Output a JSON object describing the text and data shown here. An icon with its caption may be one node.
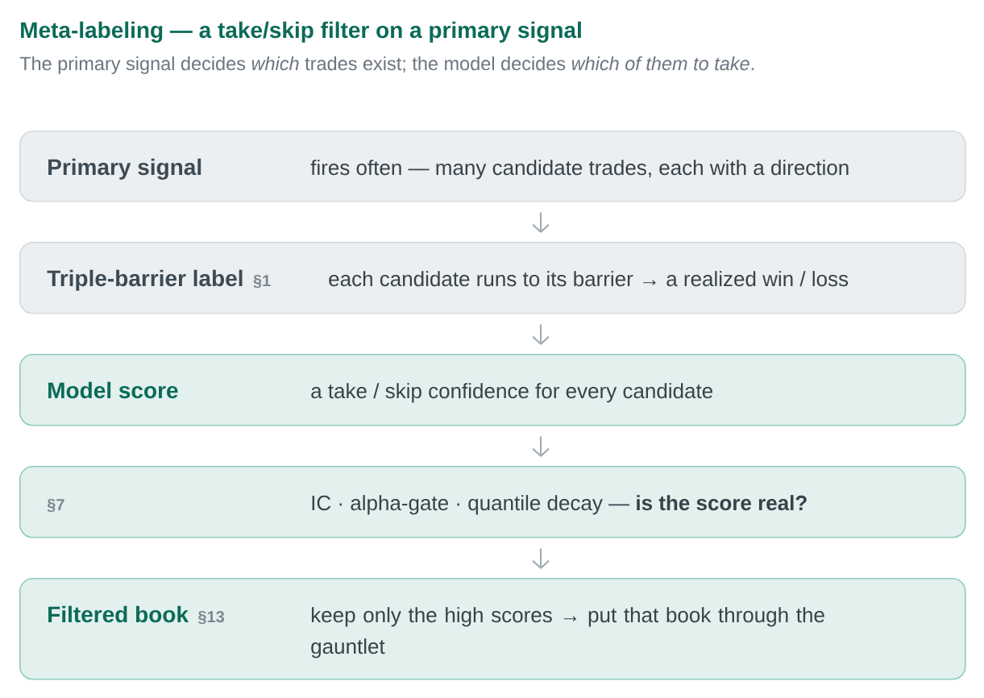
{
  "diagram": {
    "title": "Meta-labeling — a take/skip filter on a primary signal",
    "caption": "The primary signal decides *which* trades exist; the model decides *which of them to take*.",
    "nodes": [
      {
        "text": [
          "Primary signal",
          "fires often — many candidate trades, each with a direction"
        ]
      },
      {
        "text": [
          "Triple-barrier label",
          "§1",
          "each candidate runs to its barrier → a realized win / loss"
        ]
      },
      {
        "text": [
          "Model score",
          "a take / skip confidence for every candidate"
        ]
      },
      {
        "text": [
          "§7",
          "IC · alpha-gate · quantile decay — **is the score real?**"
        ]
      },
      {
        "text": [
          "Filtered book",
          "§13",
          "keep only the high scores → put that book through the gauntlet"
        ]
      }
    ],
    "edges": [
      {
        "from": 0,
        "to": 1,
        "arrow": "to"
      },
      {
        "from": 1,
        "to": 2,
        "arrow": "to"
      },
      {
        "from": 2,
        "to": 3,
        "arrow": "to"
      },
      {
        "from": 3,
        "to": 4,
        "arrow": "to"
      }
    ]
  }
}
